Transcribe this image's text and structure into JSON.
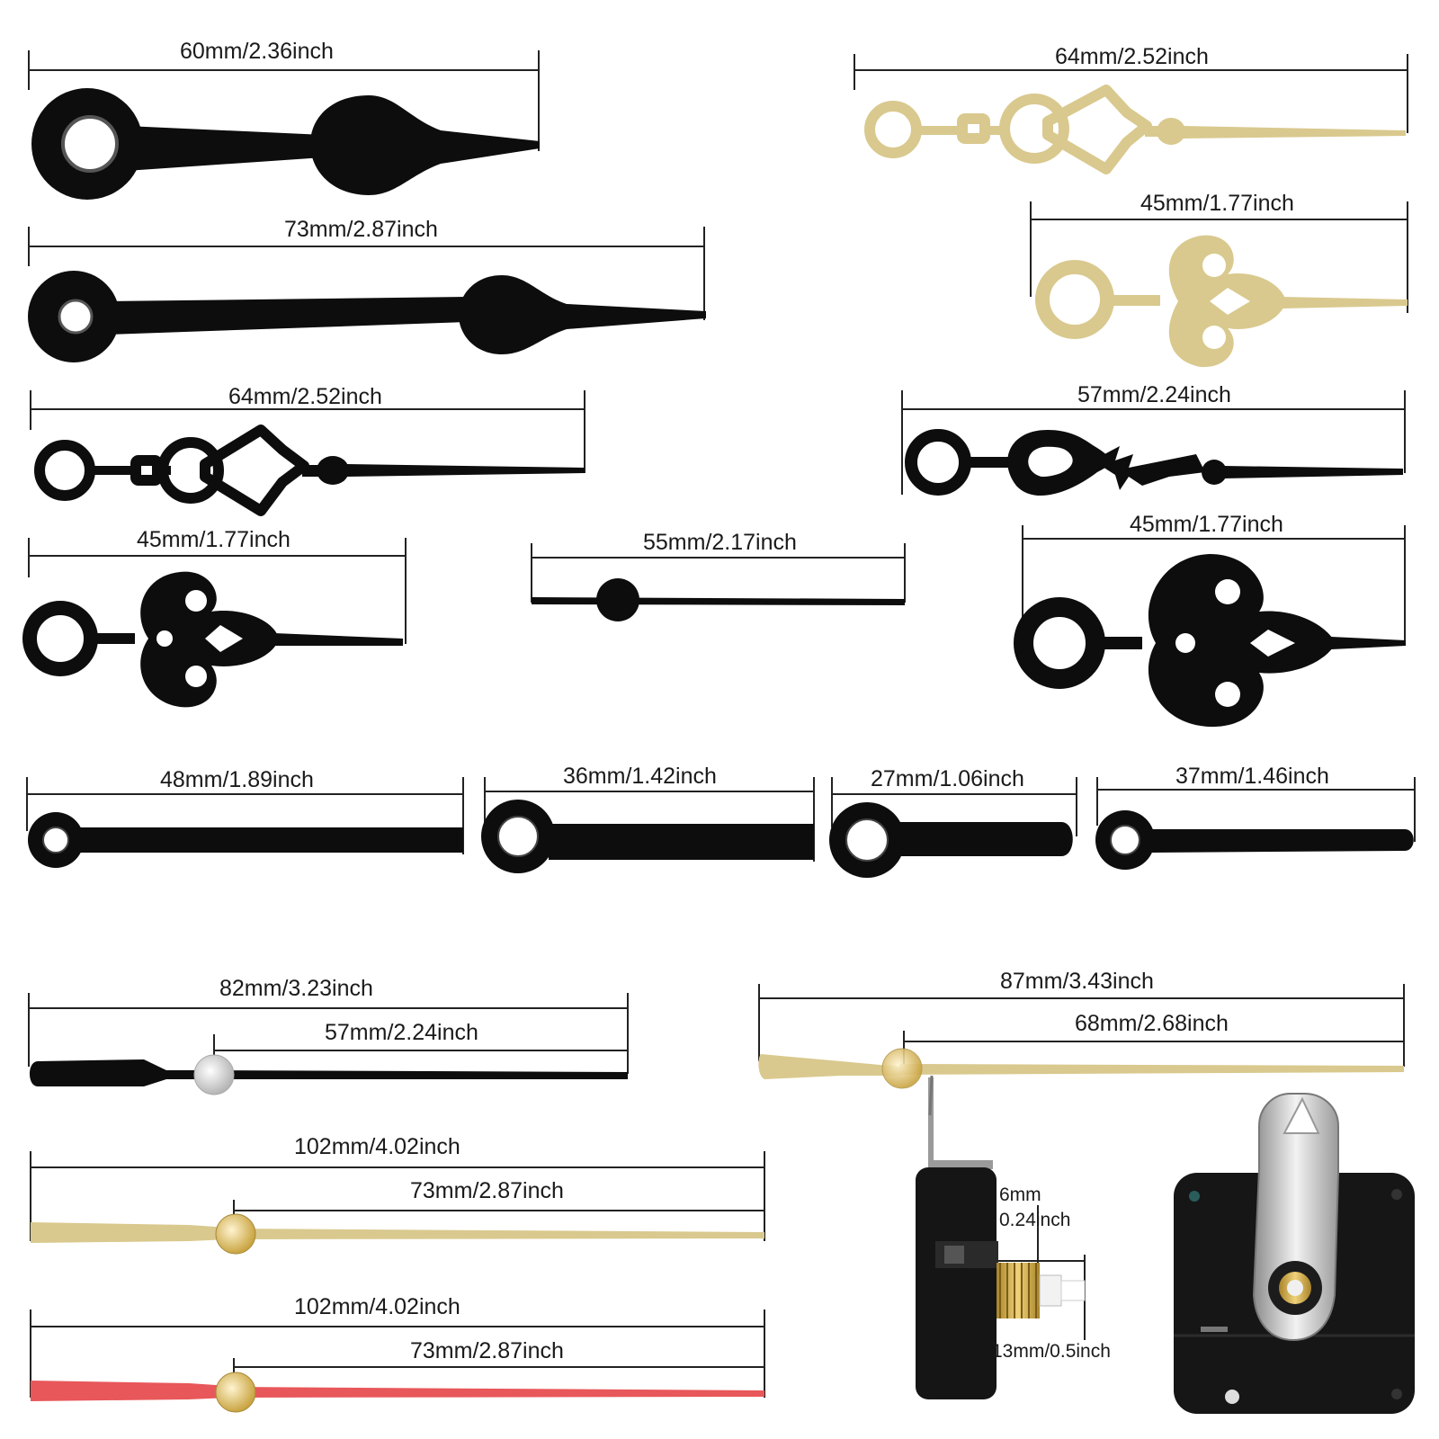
{
  "labels": {
    "h1": "60mm/2.36inch",
    "h2": "73mm/2.87inch",
    "h3": "64mm/2.52inch",
    "h4": "45mm/1.77inch",
    "h5": "55mm/2.17inch",
    "g1": "64mm/2.52inch",
    "g2": "45mm/1.77inch",
    "h6": "57mm/2.24inch",
    "h7": "45mm/1.77inch",
    "s1": "48mm/1.89inch",
    "s2": "36mm/1.42inch",
    "s3": "27mm/1.06inch",
    "s4": "37mm/1.46inch",
    "sec1_total": "82mm/3.23inch",
    "sec1_tail": "57mm/2.24inch",
    "sec2_total": "87mm/3.43inch",
    "sec2_tail": "68mm/2.68inch",
    "sec3_total": "102mm/4.02inch",
    "sec3_tail": "73mm/2.87inch",
    "sec4_total": "102mm/4.02inch",
    "sec4_tail": "73mm/2.87inch",
    "mv_thread_mm": "6mm",
    "mv_thread_in": "0.24inch",
    "mv_shaft": "13mm/0.5inch"
  },
  "colors": {
    "black": "#0d0d0d",
    "gold": "#d9c98e",
    "red": "#e8575a",
    "brass": "#c9a441",
    "silver": "#c8c8c8"
  }
}
